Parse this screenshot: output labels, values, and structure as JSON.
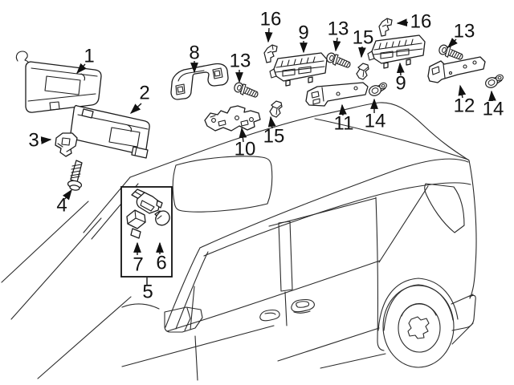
{
  "diagram": {
    "background_color": "#ffffff",
    "line_color": "#2a2a2a",
    "callouts": {
      "c1": {
        "label": "1"
      },
      "c2": {
        "label": "2"
      },
      "c3": {
        "label": "3"
      },
      "c4": {
        "label": "4"
      },
      "c5": {
        "label": "5"
      },
      "c6": {
        "label": "6"
      },
      "c7": {
        "label": "7"
      },
      "c8": {
        "label": "8"
      },
      "c9a": {
        "label": "9"
      },
      "c9b": {
        "label": "9"
      },
      "c10": {
        "label": "10"
      },
      "c11": {
        "label": "11"
      },
      "c12": {
        "label": "12"
      },
      "c13a": {
        "label": "13"
      },
      "c13b": {
        "label": "13"
      },
      "c13c": {
        "label": "13"
      },
      "c14a": {
        "label": "14"
      },
      "c14b": {
        "label": "14"
      },
      "c15a": {
        "label": "15"
      },
      "c15b": {
        "label": "15"
      },
      "c16a": {
        "label": "16"
      },
      "c16b": {
        "label": "16"
      }
    }
  }
}
